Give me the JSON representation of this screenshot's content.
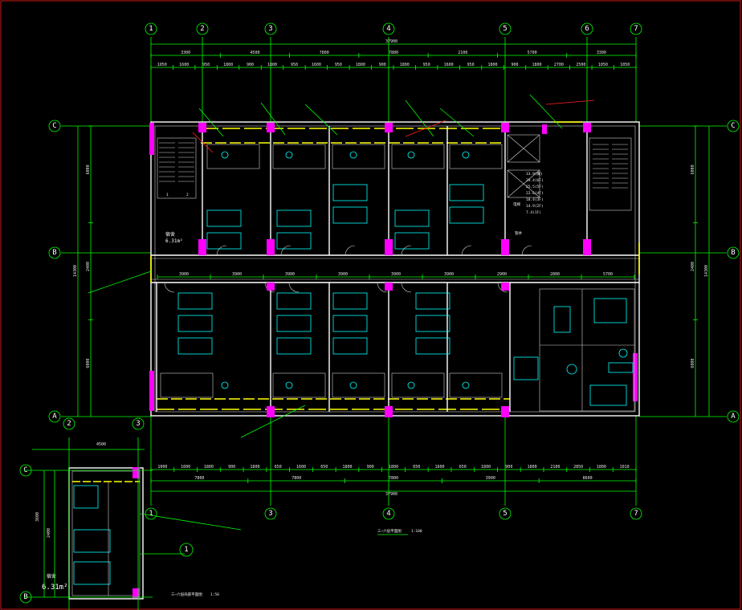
{
  "drawing": {
    "colors": {
      "background": "#000000",
      "frame": "#ff2020",
      "grid": "#00ff00",
      "wall": "#ffffff",
      "window": "#ffff00",
      "column": "#ff00ff",
      "fixture": "#00ffff"
    },
    "grid_top": [
      "1",
      "2",
      "3",
      "4",
      "5",
      "6",
      "7"
    ],
    "grid_bottom": [
      "1",
      "3",
      "4",
      "5",
      "7"
    ],
    "grid_left": [
      "C",
      "B",
      "A"
    ],
    "grid_right": [
      "C",
      "B",
      "A"
    ],
    "detail_grid_top": [
      "2",
      "3"
    ],
    "detail_grid_left": [
      "C",
      "B"
    ],
    "dim_top_total": "37900",
    "dim_top_row1": [
      "3300",
      "4500",
      "7800",
      "7800",
      "2100",
      "5700",
      "3300"
    ],
    "dim_top_row2": [
      "1050",
      "1600",
      "950",
      "1800",
      "900",
      "1800",
      "950",
      "1600",
      "950",
      "1800",
      "900",
      "1800",
      "950",
      "1600",
      "950",
      "1800",
      "900",
      "1800",
      "2700",
      "2500",
      "1050",
      "1050"
    ],
    "dim_bottom_row1": [
      "1000",
      "1600",
      "1800",
      "900",
      "1800",
      "650",
      "1600",
      "650",
      "1800",
      "900",
      "1800",
      "650",
      "1600",
      "650",
      "1800",
      "900",
      "1800",
      "2100",
      "2850",
      "1800",
      "1010"
    ],
    "dim_bottom_row2": [
      "7800",
      "7800",
      "7800",
      "3900",
      "8600"
    ],
    "dim_bottom_total": "37900",
    "dim_left": [
      "6000",
      "2400",
      "6000"
    ],
    "dim_left_total": "14300",
    "dim_right": [
      "6000",
      "2400",
      "6000"
    ],
    "dim_right_total": "14300",
    "corridor_dims": [
      "3900",
      "3900",
      "3900",
      "3900",
      "3900",
      "3900",
      "2900",
      "2800",
      "5700"
    ],
    "room_area": "6.31m²",
    "room_label": "宿舍",
    "detail_area": "6.31m²",
    "detail_width": "4500",
    "detail_heights": [
      "3600",
      "2400"
    ],
    "elevation_marks": [
      "33.9(阁)",
      "29.4(6F)",
      "25.5(5F)",
      "22.6(4F)",
      "18.4(3F)",
      "14.9(2F)",
      "7.4(1F)"
    ],
    "title_main": "三~六层平面图",
    "title_scale": "1:100",
    "detail_title": "三~六层局部平面图",
    "detail_scale": "1:50",
    "detail_circle": "1",
    "stair_label_1": "1",
    "stair_label_2": "2",
    "label_elevator": "电梯",
    "label_pipe": "管井"
  }
}
